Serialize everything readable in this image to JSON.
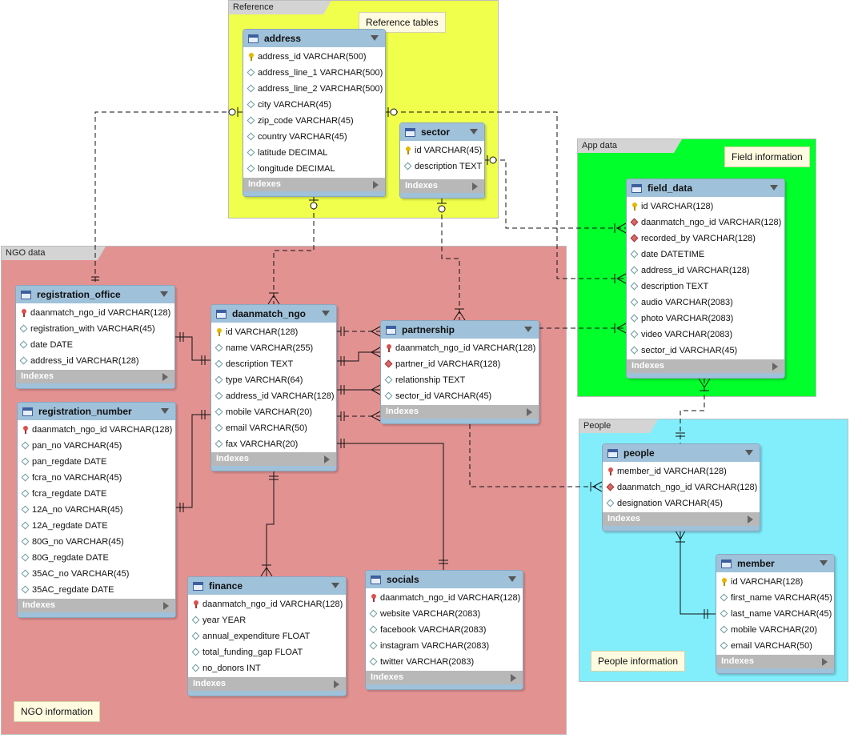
{
  "layers": {
    "reference": {
      "label": "Reference",
      "color": "#f0ff4c"
    },
    "ngo": {
      "label": "NGO data",
      "color": "#e39292"
    },
    "app": {
      "label": "App data",
      "color": "#00ff2b"
    },
    "people": {
      "label": "People",
      "color": "#82eefc"
    }
  },
  "notes": {
    "reference": "Reference tables",
    "field": "Field information",
    "ngo": "NGO information",
    "people": "People information"
  },
  "indexes_label": "Indexes",
  "tables": {
    "address": {
      "name": "address",
      "rows": [
        {
          "icon": "pk",
          "text": "address_id VARCHAR(500)"
        },
        {
          "icon": "col",
          "text": "address_line_1 VARCHAR(500)"
        },
        {
          "icon": "col",
          "text": "address_line_2 VARCHAR(500)"
        },
        {
          "icon": "col",
          "text": "city VARCHAR(45)"
        },
        {
          "icon": "col",
          "text": "zip_code VARCHAR(45)"
        },
        {
          "icon": "col",
          "text": "country VARCHAR(45)"
        },
        {
          "icon": "col",
          "text": "latitude DECIMAL"
        },
        {
          "icon": "col",
          "text": "longitude DECIMAL"
        }
      ]
    },
    "sector": {
      "name": "sector",
      "rows": [
        {
          "icon": "pk",
          "text": "id VARCHAR(45)"
        },
        {
          "icon": "col",
          "text": "description TEXT"
        }
      ]
    },
    "field_data": {
      "name": "field_data",
      "rows": [
        {
          "icon": "pk",
          "text": "id VARCHAR(128)"
        },
        {
          "icon": "fk",
          "text": "daanmatch_ngo_id VARCHAR(128)"
        },
        {
          "icon": "fk",
          "text": "recorded_by VARCHAR(128)"
        },
        {
          "icon": "col",
          "text": "date DATETIME"
        },
        {
          "icon": "col",
          "text": "address_id VARCHAR(128)"
        },
        {
          "icon": "col",
          "text": "description TEXT"
        },
        {
          "icon": "col",
          "text": "audio VARCHAR(2083)"
        },
        {
          "icon": "col",
          "text": "photo VARCHAR(2083)"
        },
        {
          "icon": "col",
          "text": "video VARCHAR(2083)"
        },
        {
          "icon": "col",
          "text": "sector_id VARCHAR(45)"
        }
      ]
    },
    "registration_office": {
      "name": "registration_office",
      "rows": [
        {
          "icon": "pkfk",
          "text": "daanmatch_ngo_id VARCHAR(128)"
        },
        {
          "icon": "col",
          "text": "registration_with VARCHAR(45)"
        },
        {
          "icon": "col",
          "text": "date DATE"
        },
        {
          "icon": "col",
          "text": "address_id VARCHAR(128)"
        }
      ]
    },
    "daanmatch_ngo": {
      "name": "daanmatch_ngo",
      "rows": [
        {
          "icon": "pk",
          "text": "id VARCHAR(128)"
        },
        {
          "icon": "col",
          "text": "name VARCHAR(255)"
        },
        {
          "icon": "col",
          "text": "description TEXT"
        },
        {
          "icon": "col",
          "text": "type VARCHAR(64)"
        },
        {
          "icon": "col",
          "text": "address_id VARCHAR(128)"
        },
        {
          "icon": "col",
          "text": "mobile VARCHAR(20)"
        },
        {
          "icon": "col",
          "text": "email VARCHAR(50)"
        },
        {
          "icon": "col",
          "text": "fax VARCHAR(20)"
        }
      ]
    },
    "partnership": {
      "name": "partnership",
      "rows": [
        {
          "icon": "pkfk",
          "text": "daanmatch_ngo_id VARCHAR(128)"
        },
        {
          "icon": "fk",
          "text": "partner_id VARCHAR(128)"
        },
        {
          "icon": "col",
          "text": "relationship TEXT"
        },
        {
          "icon": "col",
          "text": "sector_id VARCHAR(45)"
        }
      ]
    },
    "registration_number": {
      "name": "registration_number",
      "rows": [
        {
          "icon": "pkfk",
          "text": "daanmatch_ngo_id VARCHAR(128)"
        },
        {
          "icon": "col",
          "text": "pan_no VARCHAR(45)"
        },
        {
          "icon": "col",
          "text": "pan_regdate DATE"
        },
        {
          "icon": "col",
          "text": "fcra_no VARCHAR(45)"
        },
        {
          "icon": "col",
          "text": "fcra_regdate DATE"
        },
        {
          "icon": "col",
          "text": "12A_no VARCHAR(45)"
        },
        {
          "icon": "col",
          "text": "12A_regdate DATE"
        },
        {
          "icon": "col",
          "text": "80G_no VARCHAR(45)"
        },
        {
          "icon": "col",
          "text": "80G_regdate DATE"
        },
        {
          "icon": "col",
          "text": "35AC_no VARCHAR(45)"
        },
        {
          "icon": "col",
          "text": "35AC_regdate DATE"
        }
      ]
    },
    "finance": {
      "name": "finance",
      "rows": [
        {
          "icon": "pkfk",
          "text": "daanmatch_ngo_id VARCHAR(128)"
        },
        {
          "icon": "col",
          "text": "year YEAR"
        },
        {
          "icon": "col",
          "text": "annual_expenditure FLOAT"
        },
        {
          "icon": "col",
          "text": "total_funding_gap FLOAT"
        },
        {
          "icon": "col",
          "text": "no_donors INT"
        }
      ]
    },
    "socials": {
      "name": "socials",
      "rows": [
        {
          "icon": "pkfk",
          "text": "daanmatch_ngo_id VARCHAR(128)"
        },
        {
          "icon": "col",
          "text": "website VARCHAR(2083)"
        },
        {
          "icon": "col",
          "text": "facebook VARCHAR(2083)"
        },
        {
          "icon": "col",
          "text": "instagram VARCHAR(2083)"
        },
        {
          "icon": "col",
          "text": "twitter VARCHAR(2083)"
        }
      ]
    },
    "people": {
      "name": "people",
      "rows": [
        {
          "icon": "pkfk",
          "text": "member_id VARCHAR(128)"
        },
        {
          "icon": "fk",
          "text": "daanmatch_ngo_id VARCHAR(128)"
        },
        {
          "icon": "col",
          "text": "designation VARCHAR(45)"
        }
      ]
    },
    "member": {
      "name": "member",
      "rows": [
        {
          "icon": "pk",
          "text": "id VARCHAR(128)"
        },
        {
          "icon": "col",
          "text": "first_name VARCHAR(45)"
        },
        {
          "icon": "col",
          "text": "last_name VARCHAR(45)"
        },
        {
          "icon": "col",
          "text": "mobile VARCHAR(20)"
        },
        {
          "icon": "col",
          "text": "email VARCHAR(50)"
        }
      ]
    }
  }
}
